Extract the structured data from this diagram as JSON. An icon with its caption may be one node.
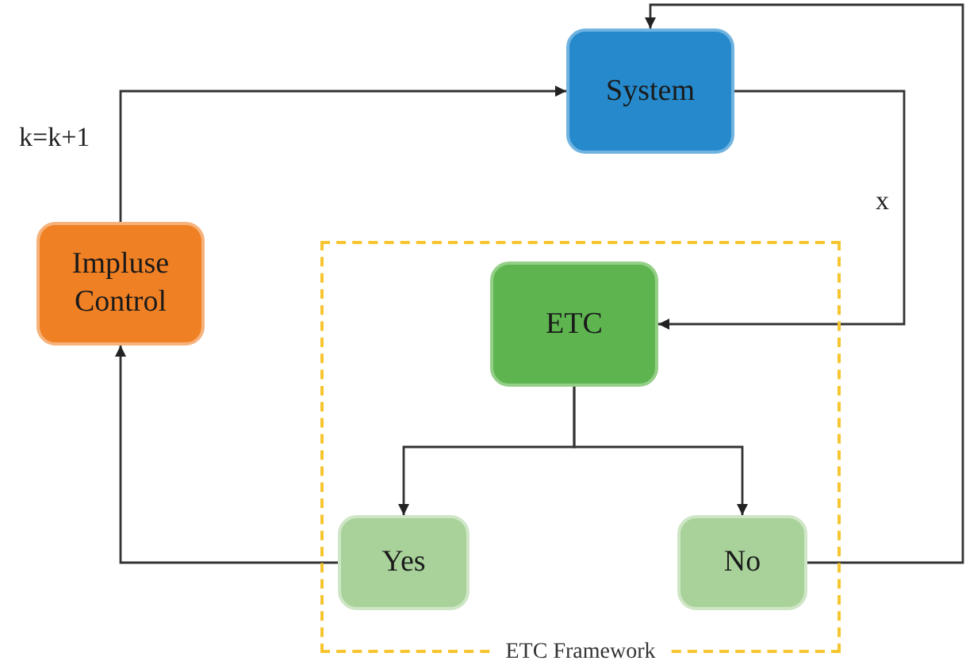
{
  "diagram": {
    "nodes": [
      {
        "text": [
          "System"
        ]
      },
      {
        "text": [
          "Impluse Control"
        ]
      },
      {
        "text": [
          "ETC Framework"
        ]
      },
      {
        "text": [
          "ETC"
        ],
        "in": 2
      },
      {
        "text": [
          "Yes"
        ],
        "in": 2
      },
      {
        "text": [
          "No"
        ],
        "in": 2
      }
    ],
    "edges": [
      {
        "from": 1,
        "to": 0,
        "arrow": "to",
        "label": "k=k+1"
      },
      {
        "from": 0,
        "to": 3,
        "arrow": "to",
        "label": "x"
      },
      {
        "from": 3,
        "to": 4,
        "arrow": "to"
      },
      {
        "from": 3,
        "to": 5,
        "arrow": "to"
      },
      {
        "from": 4,
        "to": 1,
        "arrow": "to"
      },
      {
        "from": 5,
        "to": 0,
        "arrow": "to"
      }
    ]
  }
}
